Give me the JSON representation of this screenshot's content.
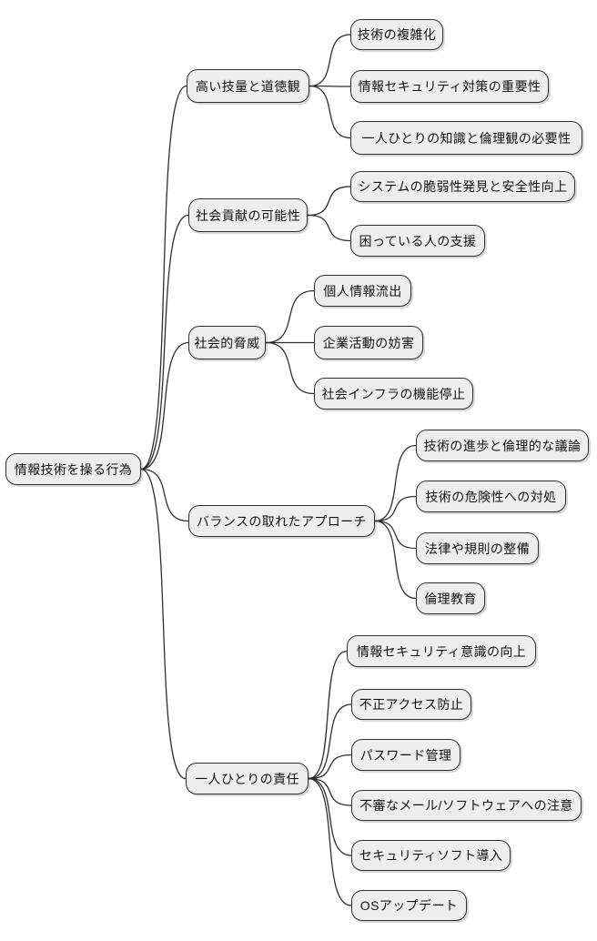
{
  "diagram": {
    "type": "mindmap",
    "colors": {
      "background": "#ffffff",
      "node_fill": "#eeeeee",
      "node_border": "#2f2f2f",
      "edge": "#2f2f2f",
      "text": "#111111"
    },
    "root": {
      "label": "情報技術を操る行為"
    },
    "branches": [
      {
        "label": "高い技量と道徳観",
        "children": [
          {
            "label": "技術の複雑化"
          },
          {
            "label": "情報セキュリティ対策の重要性"
          },
          {
            "label": "一人ひとりの知識と倫理観の必要性"
          }
        ]
      },
      {
        "label": "社会貢献の可能性",
        "children": [
          {
            "label": "システムの脆弱性発見と安全性向上"
          },
          {
            "label": "困っている人の支援"
          }
        ]
      },
      {
        "label": "社会的脅威",
        "children": [
          {
            "label": "個人情報流出"
          },
          {
            "label": "企業活動の妨害"
          },
          {
            "label": "社会インフラの機能停止"
          }
        ]
      },
      {
        "label": "バランスの取れたアプローチ",
        "children": [
          {
            "label": "技術の進歩と倫理的な議論"
          },
          {
            "label": "技術の危険性への対処"
          },
          {
            "label": "法律や規則の整備"
          },
          {
            "label": "倫理教育"
          }
        ]
      },
      {
        "label": "一人ひとりの責任",
        "children": [
          {
            "label": "情報セキュリティ意識の向上"
          },
          {
            "label": "不正アクセス防止"
          },
          {
            "label": "パスワード管理"
          },
          {
            "label": "不審なメール/ソフトウェアへの注意"
          },
          {
            "label": "セキュリティソフト導入"
          },
          {
            "label": "OSアップデート"
          }
        ]
      }
    ]
  }
}
